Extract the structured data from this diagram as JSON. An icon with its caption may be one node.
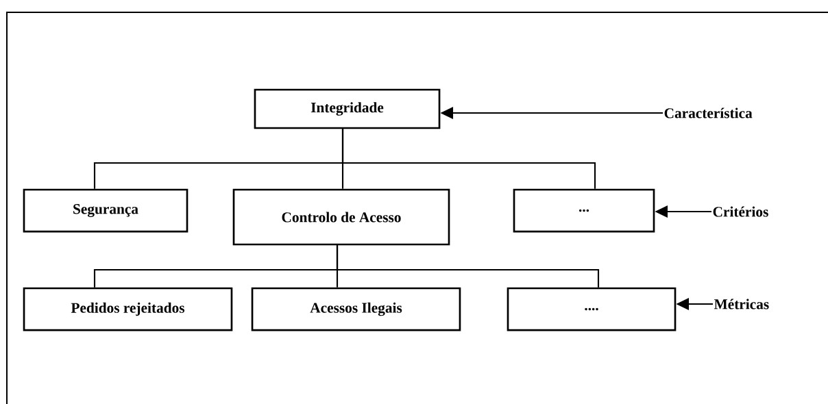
{
  "diagram": {
    "nodes": [
      {
        "text": [
          "Integridade"
        ]
      },
      {
        "text": [
          "Segurança"
        ]
      },
      {
        "text": [
          "Controlo de Acesso"
        ]
      },
      {
        "text": [
          "..."
        ]
      },
      {
        "text": [
          "Pedidos rejeitados"
        ]
      },
      {
        "text": [
          "Acessos Ilegais"
        ]
      },
      {
        "text": [
          "...."
        ]
      },
      {
        "text": [
          "Característica"
        ]
      },
      {
        "text": [
          "Critérios"
        ]
      },
      {
        "text": [
          "Métricas"
        ]
      }
    ],
    "edges": [
      {
        "from": 0,
        "to": 1,
        "arrow": "none"
      },
      {
        "from": 0,
        "to": 2,
        "arrow": "none"
      },
      {
        "from": 0,
        "to": 3,
        "arrow": "none"
      },
      {
        "from": 2,
        "to": 4,
        "arrow": "none"
      },
      {
        "from": 2,
        "to": 5,
        "arrow": "none"
      },
      {
        "from": 2,
        "to": 6,
        "arrow": "none"
      },
      {
        "from": 7,
        "to": 0,
        "arrow": "to"
      },
      {
        "from": 8,
        "to": 3,
        "arrow": "to"
      },
      {
        "from": 9,
        "to": 6,
        "arrow": "to"
      }
    ]
  }
}
